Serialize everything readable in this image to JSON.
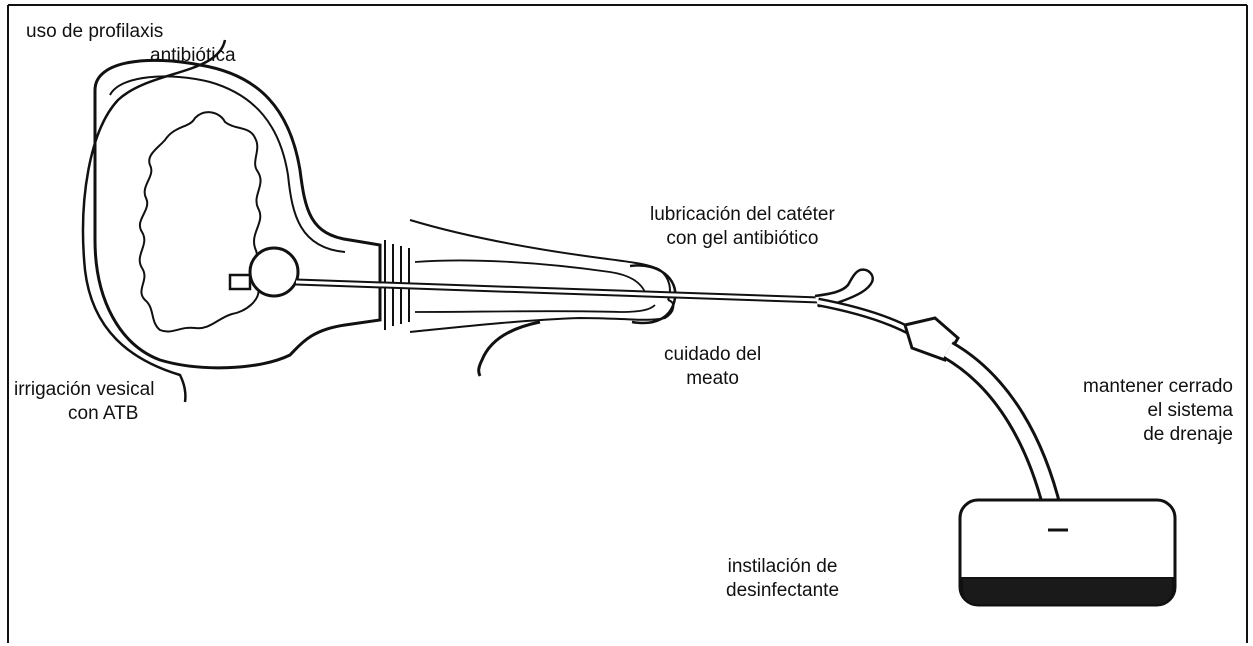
{
  "labels": {
    "profilaxis": [
      "uso de profilaxis",
      "antibiótica"
    ],
    "irrigacion": [
      "irrigación vesical",
      "con ATB"
    ],
    "lubricacion": [
      "lubricación del catéter",
      "con gel antibiótico"
    ],
    "meato": [
      "cuidado del",
      "meato"
    ],
    "drenaje": [
      "mantener cerrado",
      "el sistema",
      "de drenaje"
    ],
    "instilacion": [
      "instilación de",
      "desinfectante"
    ]
  },
  "colors": {
    "ink": "#111111",
    "bag_base": "#1a1a1a",
    "background": "#ffffff"
  }
}
